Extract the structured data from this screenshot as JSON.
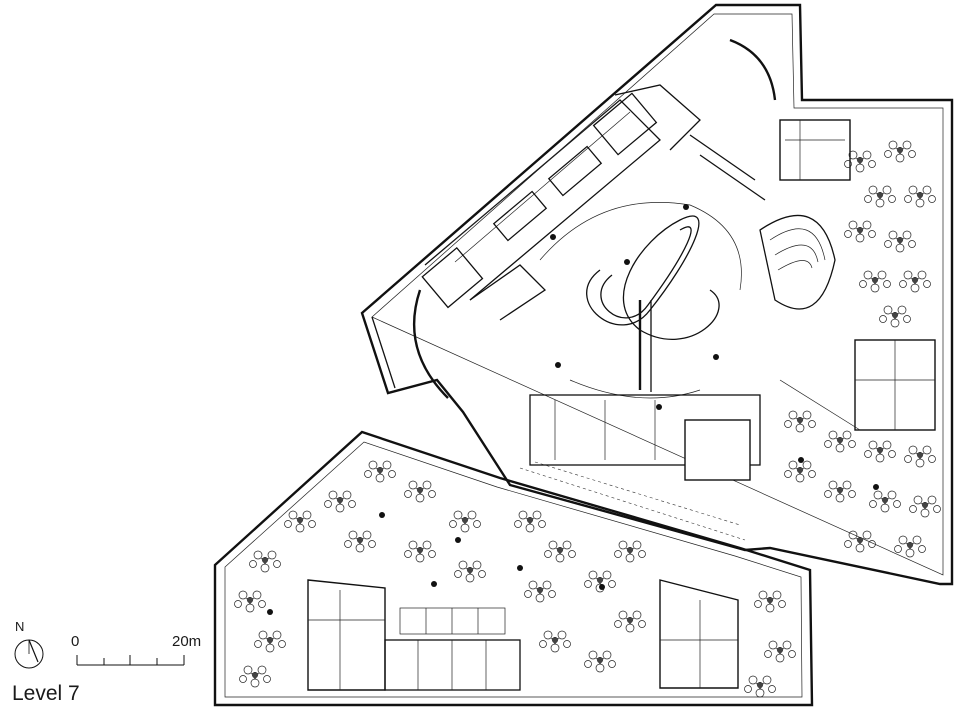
{
  "title": "Level 7",
  "north_arrow": {
    "label": "N",
    "icon": "north-arrow-icon"
  },
  "scale_bar": {
    "start_label": "0",
    "end_label": "20m"
  },
  "colors": {
    "line": "#111111",
    "background": "#ffffff"
  }
}
